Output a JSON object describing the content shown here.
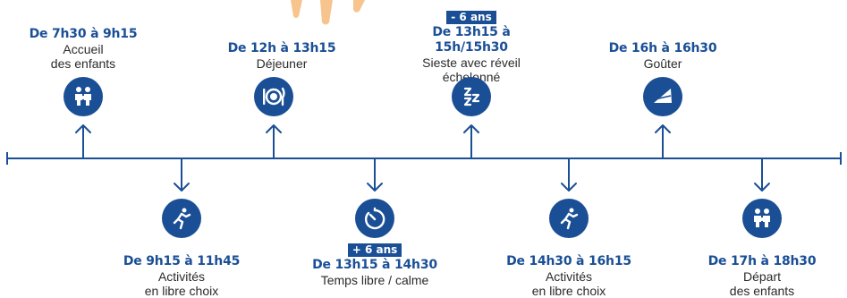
{
  "colors": {
    "primary": "#1a4f96",
    "text": "#2b2b2b",
    "decoration": "#f7c48d"
  },
  "events": [
    {
      "id": "accueil",
      "time": "De 7h30 à 9h15",
      "label_lines": [
        "Accueil",
        "des enfants"
      ],
      "icon": "family-icon"
    },
    {
      "id": "activites-matin",
      "time": "De 9h15 à 11h45",
      "label_lines": [
        "Activités",
        "en libre choix"
      ],
      "icon": "running-icon"
    },
    {
      "id": "dejeuner",
      "time": "De 12h à 13h15",
      "label_lines": [
        "Déjeuner"
      ],
      "icon": "plate-cutlery-icon"
    },
    {
      "id": "temps-calme",
      "badge": "+ 6 ans",
      "time": "De 13h15 à 14h30",
      "label_lines": [
        "Temps libre / calme"
      ],
      "icon": "timer-icon"
    },
    {
      "id": "sieste",
      "badge": "- 6 ans",
      "time": "De 13h15 à 15h/15h30",
      "label_lines": [
        "Sieste avec réveil",
        "échelonné"
      ],
      "icon": "sleep-zzz-icon"
    },
    {
      "id": "activites-apres-midi",
      "time": "De 14h30 à 16h15",
      "label_lines": [
        "Activités",
        "en libre choix"
      ],
      "icon": "running-icon"
    },
    {
      "id": "gouter",
      "time": "De 16h à 16h30",
      "label_lines": [
        "Goûter"
      ],
      "icon": "cake-slice-icon"
    },
    {
      "id": "depart",
      "time": "De 17h à 18h30",
      "label_lines": [
        "Départ",
        "des enfants"
      ],
      "icon": "family-icon"
    }
  ]
}
